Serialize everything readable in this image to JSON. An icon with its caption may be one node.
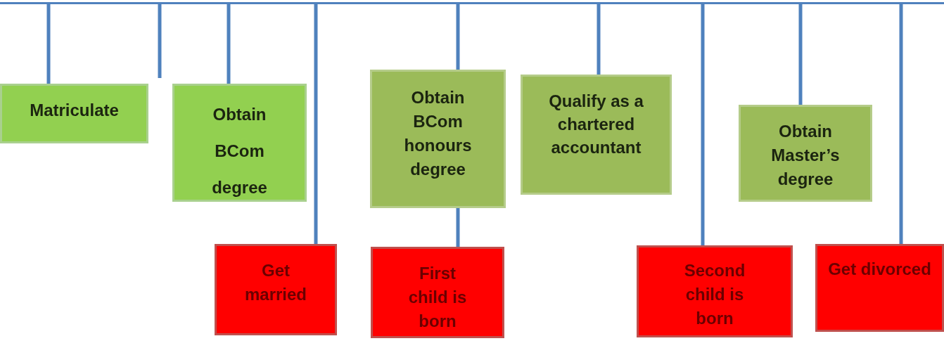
{
  "diagram": {
    "nodes": [
      {
        "text": [],
        "shape": "bar"
      },
      {
        "text": [
          "Matriculate"
        ]
      },
      {
        "text": [
          "Obtain BCom degree"
        ]
      },
      {
        "text": [
          "Get married"
        ]
      },
      {
        "text": [
          "Obtain BCom honours degree"
        ]
      },
      {
        "text": [
          "First child is born"
        ]
      },
      {
        "text": [
          "Qualify as a chartered accountant"
        ]
      },
      {
        "text": [
          "Second child is born"
        ]
      },
      {
        "text": [
          "Obtain Master’s degree"
        ]
      },
      {
        "text": [
          "Get divorced"
        ]
      }
    ],
    "edges": [
      {
        "from": 0,
        "to": 1,
        "arrow": "none"
      },
      {
        "from": 0,
        "to": null,
        "arrow": "none"
      },
      {
        "from": 0,
        "to": 2,
        "arrow": "none"
      },
      {
        "from": 0,
        "to": 3,
        "arrow": "none"
      },
      {
        "from": 0,
        "to": 4,
        "arrow": "none"
      },
      {
        "from": 4,
        "to": 5,
        "arrow": "none"
      },
      {
        "from": 0,
        "to": 6,
        "arrow": "none"
      },
      {
        "from": 0,
        "to": 7,
        "arrow": "none"
      },
      {
        "from": 0,
        "to": 8,
        "arrow": "none"
      },
      {
        "from": 0,
        "to": 9,
        "arrow": "none"
      }
    ]
  }
}
